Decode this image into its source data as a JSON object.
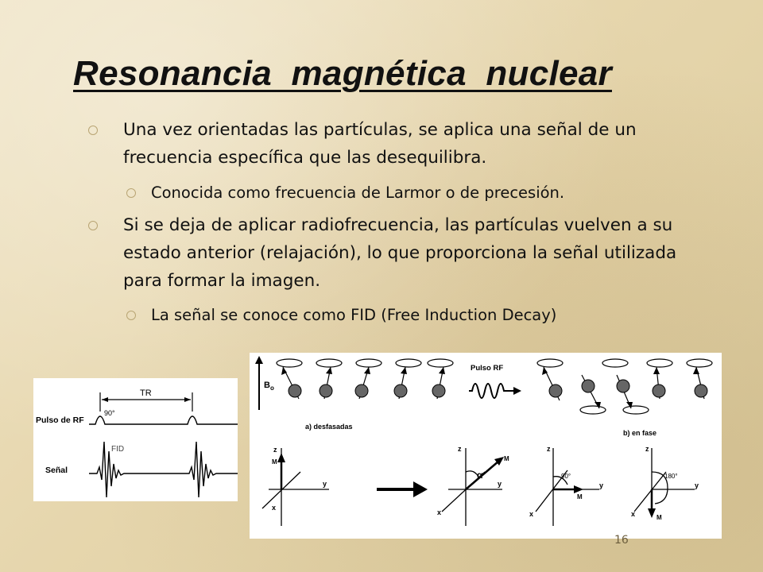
{
  "slide": {
    "title": "Resonancia magnética nuclear",
    "bullets": [
      {
        "level": 1,
        "text": "Una vez orientadas las partículas, se aplica una señal de un frecuencia específica que las desequilibra."
      },
      {
        "level": 2,
        "text": "Conocida como frecuencia de Larmor o de precesión."
      },
      {
        "level": 1,
        "text": "Si se deja de aplicar radiofrecuencia, las partículas vuelven a su estado anterior (relajación), lo que proporciona la señal utilizada para formar la imagen."
      },
      {
        "level": 2,
        "text": "La señal se conoce como FID (Free Induction Decay)"
      }
    ],
    "page_number": "16"
  },
  "figure_left": {
    "tr_label": "TR",
    "row1_label": "Pulso de RF",
    "angle_label": "90°",
    "fid_label": "FID",
    "row2_label": "Señal"
  },
  "figure_right": {
    "b0_label": "B",
    "b0_sub": "o",
    "pulse_label": "Pulso RF",
    "label_a": "a) desfasadas",
    "label_b": "b) en fase",
    "axis_z": "z",
    "axis_y": "y",
    "axis_x": "x",
    "vector_m": "M",
    "angle_90": "90°",
    "angle_180": "180°",
    "alpha": "α"
  }
}
